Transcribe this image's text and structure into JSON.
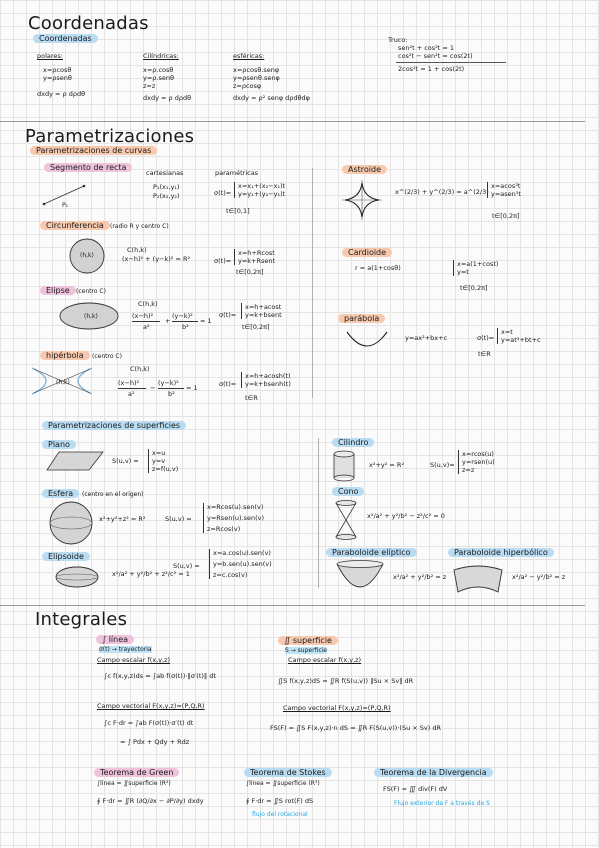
{
  "coords": {
    "title": "Coordenadas",
    "tag": "Coordenadas",
    "polares": {
      "head": "polares:",
      "l1": "x=ρcosθ",
      "l2": "y=ρsenθ",
      "l3": "dxdy = ρ dρdθ"
    },
    "cilindricas": {
      "head": "Cilíndricas:",
      "l1": "x=ρ.cosθ",
      "l2": "y=ρ.senθ",
      "l3": "z=z",
      "l4": "dxdy = ρ dρdθ"
    },
    "esfericas": {
      "head": "esféricas:",
      "l1": "x=ρcosθ.senφ",
      "l2": "y=ρsenθ.senφ",
      "l3": "z=ρcosφ",
      "l4": "dxdy = ρ² senφ dρdθdφ"
    },
    "truco": {
      "head": "Truco:",
      "l1": "sen²t + cos²t = 1",
      "l2": "cos²t − sen²t = cos(2t)",
      "l3": "2cos²t = 1 + cos(2t)"
    }
  },
  "param": {
    "title": "Parametrizaciones",
    "tag_curvas": "Parametrizaciones de curvas",
    "segmento": {
      "tag": "Segmento de recta",
      "cart": "cartesianas",
      "param": "paramétricas",
      "p1": "P₁(x₁,y₁)",
      "p2": "P₂(x₂,y₂)",
      "eq1": "x=x₁+(x₂−x₁)t",
      "eq2": "y=y₁+(y₂−y₁)t",
      "sig": "σ(t)=",
      "rng": "t∈[0,1]",
      "lbl": "P₁"
    },
    "circ": {
      "tag": "Circunferencia",
      "note": "(radio R y centro C)",
      "c": "C(h,k)",
      "eq": "(x−h)² + (y−k)² = R²",
      "sig": "σ(t)=",
      "e1": "x=h+Rcost",
      "e2": "y=k+Rsent",
      "rng": "t∈[0,2π]",
      "inner": "(h,k)"
    },
    "elipse": {
      "tag": "Elipse",
      "note": "(centro C)",
      "c": "C(h,k)",
      "eqa": "(x−h)²",
      "eqb": "(y−k)²",
      "da": "a²",
      "db": "b²",
      "one": "= 1",
      "sig": "σ(t)=",
      "e1": "x=h+acost",
      "e2": "y=k+bsent",
      "rng": "t∈[0,2π]",
      "inner": "(h,k)"
    },
    "hiper": {
      "tag": "hipérbola",
      "note": "(centro C)",
      "c": "C(h,k)",
      "eqa": "(x−h)²",
      "eqb": "(y−k)²",
      "da": "a²",
      "db": "b²",
      "one": "= 1",
      "sig": "σ(t)=",
      "e1": "x=h+acosh(t)",
      "e2": "y=k+bsenh(t)",
      "rng": "t∈R",
      "inner": "(h,k)"
    },
    "astroide": {
      "tag": "Astroide",
      "eq": "x^(2/3) + y^(2/3) = a^(2/3)",
      "e1": "x=acos³t",
      "e2": "y=asen³t",
      "rng": "t∈[0,2π]"
    },
    "cardioide": {
      "tag": "Cardioide",
      "eq": "r = a(1+cosθ)",
      "e1": "x=a(1+cost)",
      "e2": "y=t",
      "rng": "t∈[0,2π]"
    },
    "parabola": {
      "tag": "parábola",
      "eq": "y=ax²+bx+c",
      "sig": "σ(t)=",
      "e1": "x=t",
      "e2": "y=at²+bt+c",
      "rng": "t∈R"
    },
    "tag_sup": "Parametrizaciones de superficies",
    "plano": {
      "tag": "Plano",
      "sig": "S(u,v) =",
      "e1": "x=u",
      "e2": "y=v",
      "e3": "z=f(u,v)"
    },
    "esfera": {
      "tag": "Esfera",
      "note": "(centro en el origen)",
      "eq": "x²+y²+z² = R²",
      "sig": "S(u,v) =",
      "e1": "x=Rcos(u).sen(v)",
      "e2": "y=Rsen(u).sen(v)",
      "e3": "z=Rcos(v)"
    },
    "elipsoide": {
      "tag": "Elipsoide",
      "eq": "x²/a² + y²/b² + z²/c² = 1",
      "sig": "S(u,v) =",
      "e1": "x=a.cos(u).sen(v)",
      "e2": "y=b.sen(u).sen(v)",
      "e3": "z=c.cos(v)"
    },
    "cilindro": {
      "tag": "Cilindro",
      "eq": "x²+y² = R²",
      "sig": "S(u,v)=",
      "e1": "x=rcos(u)",
      "e2": "y=rsen(u)",
      "e3": "z=z"
    },
    "cono": {
      "tag": "Cono",
      "eq": "x²/a² + y²/b² − z²/c² = 0"
    },
    "pelip": {
      "tag": "Paraboloide elíptico",
      "eq": "x²/a² + y²/b² = z"
    },
    "phip": {
      "tag": "Paraboloide hiperbólico",
      "eq": "x²/a² − y²/b² = z"
    }
  },
  "integ": {
    "title": "Integrales",
    "linea": {
      "tag": "∫ línea",
      "sub": "σ(t) → trayectoria",
      "ce": "Campo escalar f(x,y,z)",
      "ce_eq": "∫c f(x,y,z)ds = ∫ab f(σ(t))·‖σ′(t)‖ dt",
      "cv": "Campo vectorial F(x,y,z)=(P,Q,R)",
      "cv_eq": "∫c F·dr = ∫ab F(σ(t))·σ′(t) dt",
      "cv_eq2": "= ∫ Pdx + Qdy + Rdz"
    },
    "sup": {
      "tag": "∬ superficie",
      "sub": "S → superficie",
      "ce": "Campo escalar f(x,y,z)",
      "ce_eq": "∬S f(x,y,z)dS = ∬R f(S(u,v)) ‖Su × Sv‖ dR",
      "cv": "Campo vectorial F(x,y,z)=(P,Q,R)",
      "cv_eq": "FS(F) = ∬S F(x,y,z)·n dS = ∬R F(S(u,v))·(Su × Sv) dR"
    },
    "green": {
      "tag": "Teorema de Green",
      "sub": "∫línea = ∬superficie (R²)",
      "eq": "∮ F·dr = ∬R (∂Q/∂x − ∂P/∂y) dxdy"
    },
    "stokes": {
      "tag": "Teorema de Stokes",
      "sub": "∫línea = ∬superficie (R³)",
      "eq": "∮ F·dr = ∬S rot(F) dS",
      "note": "flujo del rotacional"
    },
    "div": {
      "tag": "Teorema de la Divergencia",
      "eq": "FS(F) = ∭ div(F) dV",
      "note": "Flujo exterior de F a través de S"
    }
  }
}
